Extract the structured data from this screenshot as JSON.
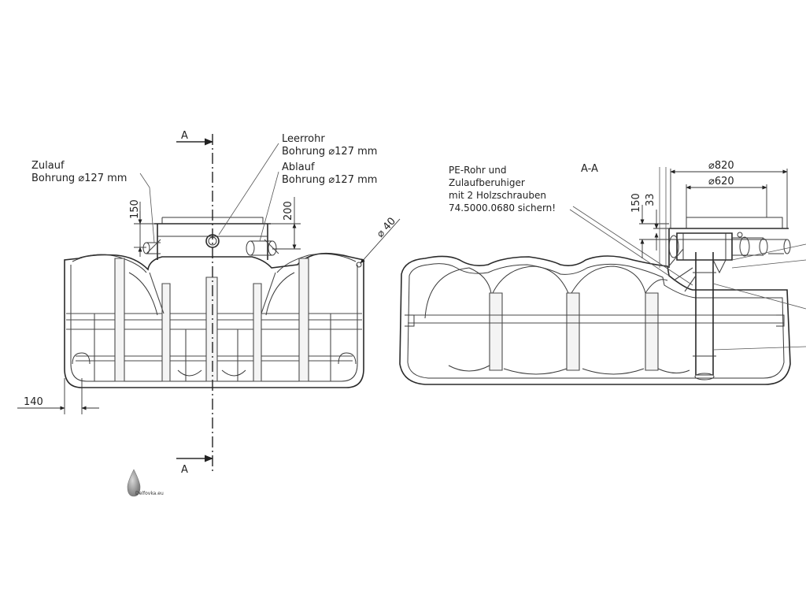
{
  "section_marker": "A",
  "section_title": "A-A",
  "labels": {
    "zulauf_1": "Zulauf",
    "zulauf_2": "Bohrung ⌀127 mm",
    "leerrohr_1": "Leerrohr",
    "leerrohr_2": "Bohrung ⌀127 mm",
    "ablauf_1": "Ablauf",
    "ablauf_2": "Bohrung ⌀127 mm",
    "pe_1": "PE-Rohr und",
    "pe_2": "Zulaufberuhiger",
    "pe_3": "mit 2 Holzschrauben",
    "pe_4": "74.5000.0680 sichern!"
  },
  "dimensions": {
    "dim_150_left": "150",
    "dim_200": "200",
    "dim_d40": "⌀ 40",
    "dim_140": "140",
    "dim_150_right": "150",
    "dim_33": "33",
    "dim_d820": "⌀820",
    "dim_d620": "⌀620"
  },
  "watermark": "Delfovka.eu",
  "colors": {
    "line": "#2a2a2a",
    "background": "#ffffff",
    "watermark_drop": "#8a8a8a"
  }
}
